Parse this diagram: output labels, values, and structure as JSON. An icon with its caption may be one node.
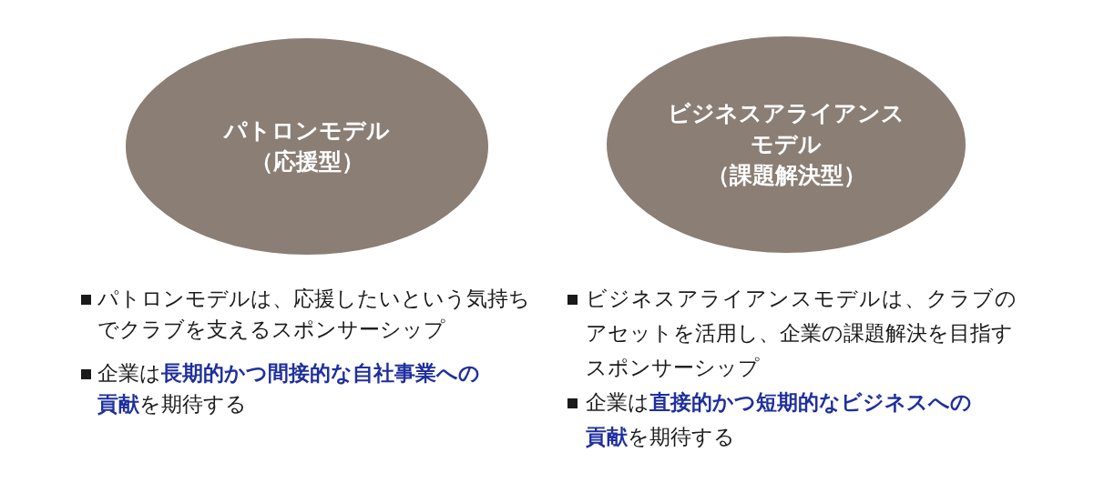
{
  "diagram": {
    "nodes": [
      {
        "text": [
          "パトロンモデル",
          "（応援型）"
        ],
        "beside": [
          "パトロンモデルは、応援したいという気持ちでクラブを支えるスポンサーシップ",
          "企業は**長期的かつ間接的な自社事業への貢献**を期待する"
        ]
      },
      {
        "text": [
          "ビジネスアライアンスモデル",
          "（課題解決型）"
        ],
        "beside": [
          "ビジネスアライアンスモデルは、クラブのアセットを活用し、企業の課題解決を目指すスポンサーシップ",
          "企業は**直接的かつ短期的なビジネスへの貢献**を期待する"
        ]
      }
    ]
  }
}
